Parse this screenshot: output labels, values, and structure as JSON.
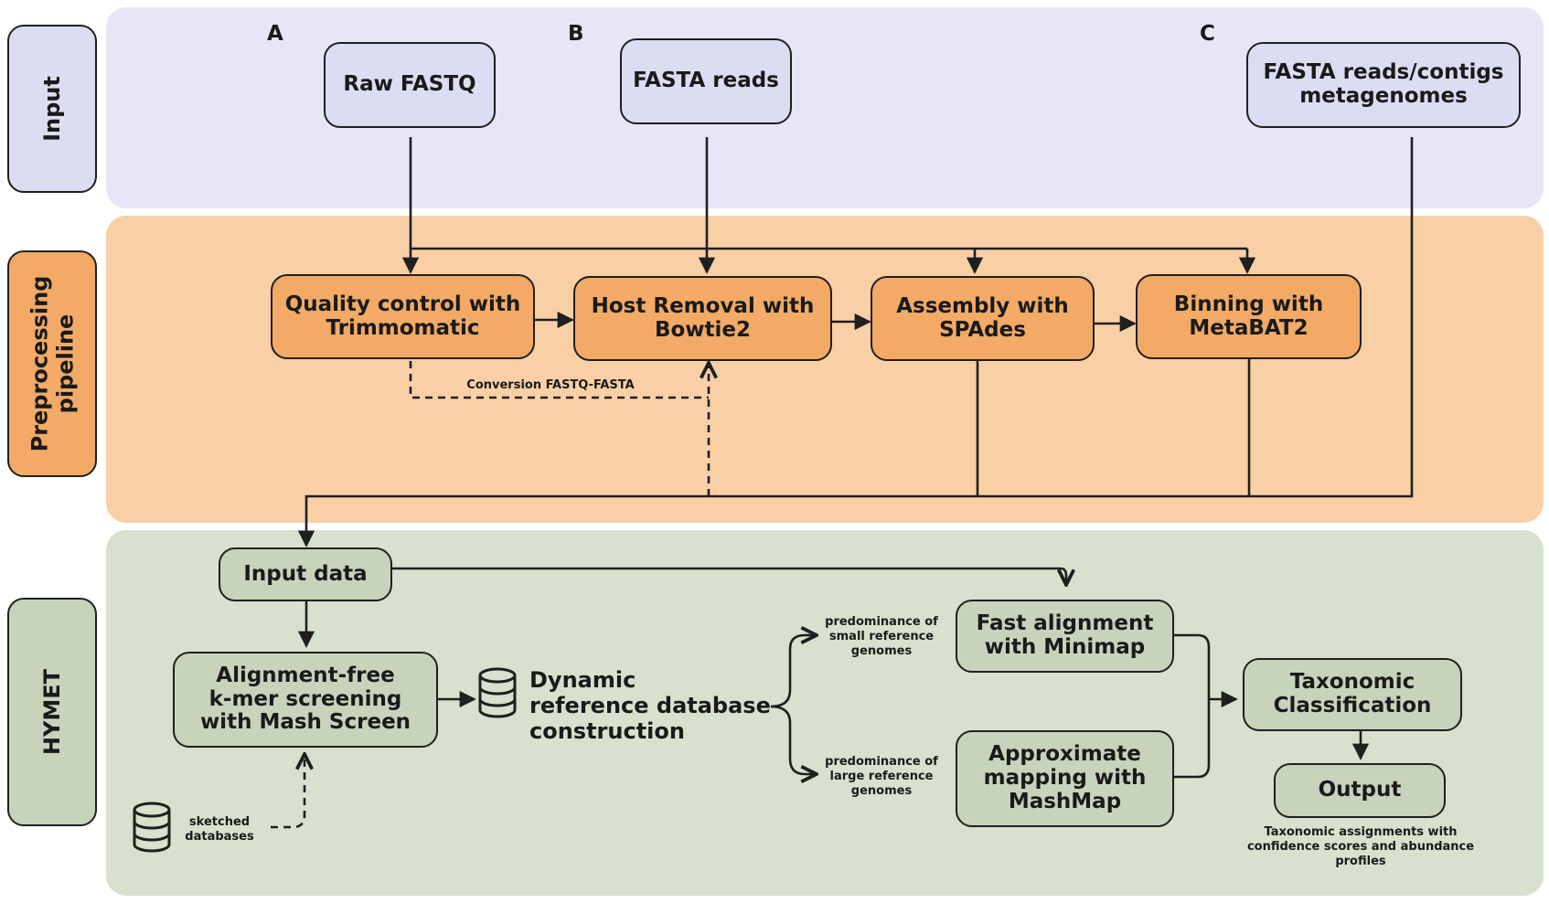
{
  "colors": {
    "input_panel": "#e6e6f6",
    "preprocessing_panel": "#f9cfa6",
    "hymet_panel": "#d7e1cd",
    "input_box": "#dcdcf3",
    "preprocessing_box": "#f2aa66",
    "hymet_box": "#c8d3bc",
    "stroke": "#1f1f1f"
  },
  "sections": {
    "input": "Input",
    "preprocessing": "Preprocessing\npipeline",
    "hymet": "HYMET"
  },
  "letters": {
    "a": "A",
    "b": "B",
    "c": "C"
  },
  "inputs": {
    "raw_fastq": "Raw FASTQ",
    "fasta_reads": "FASTA reads",
    "fasta_contigs": "FASTA reads/contigs\nmetagenomes"
  },
  "preprocessing": {
    "quality_control": "Quality control with\nTrimmomatic",
    "host_removal": "Host Removal with\nBowtie2",
    "assembly": "Assembly with\nSPAdes",
    "binning": "Binning with\nMetaBAT2",
    "conversion": "Conversion FASTQ-FASTA"
  },
  "hymet": {
    "input_data": "Input data",
    "kmer_screening": "Alignment-free\nk-mer screening\nwith Mash Screen",
    "sketched_databases": "sketched\ndatabases",
    "dynamic_db": "Dynamic\nreference database\nconstruction",
    "small_ref": "predominance of\nsmall reference\ngenomes",
    "large_ref": "predominance of\nlarge reference\ngenomes",
    "minimap": "Fast alignment\nwith Minimap",
    "mashmap": "Approximate\nmapping with\nMashMap",
    "taxonomic": "Taxonomic\nClassification",
    "output": "Output",
    "output_desc": "Taxonomic assignments with\nconfidence scores and abundance\nprofiles"
  },
  "icons": {
    "database": "database-icon"
  }
}
